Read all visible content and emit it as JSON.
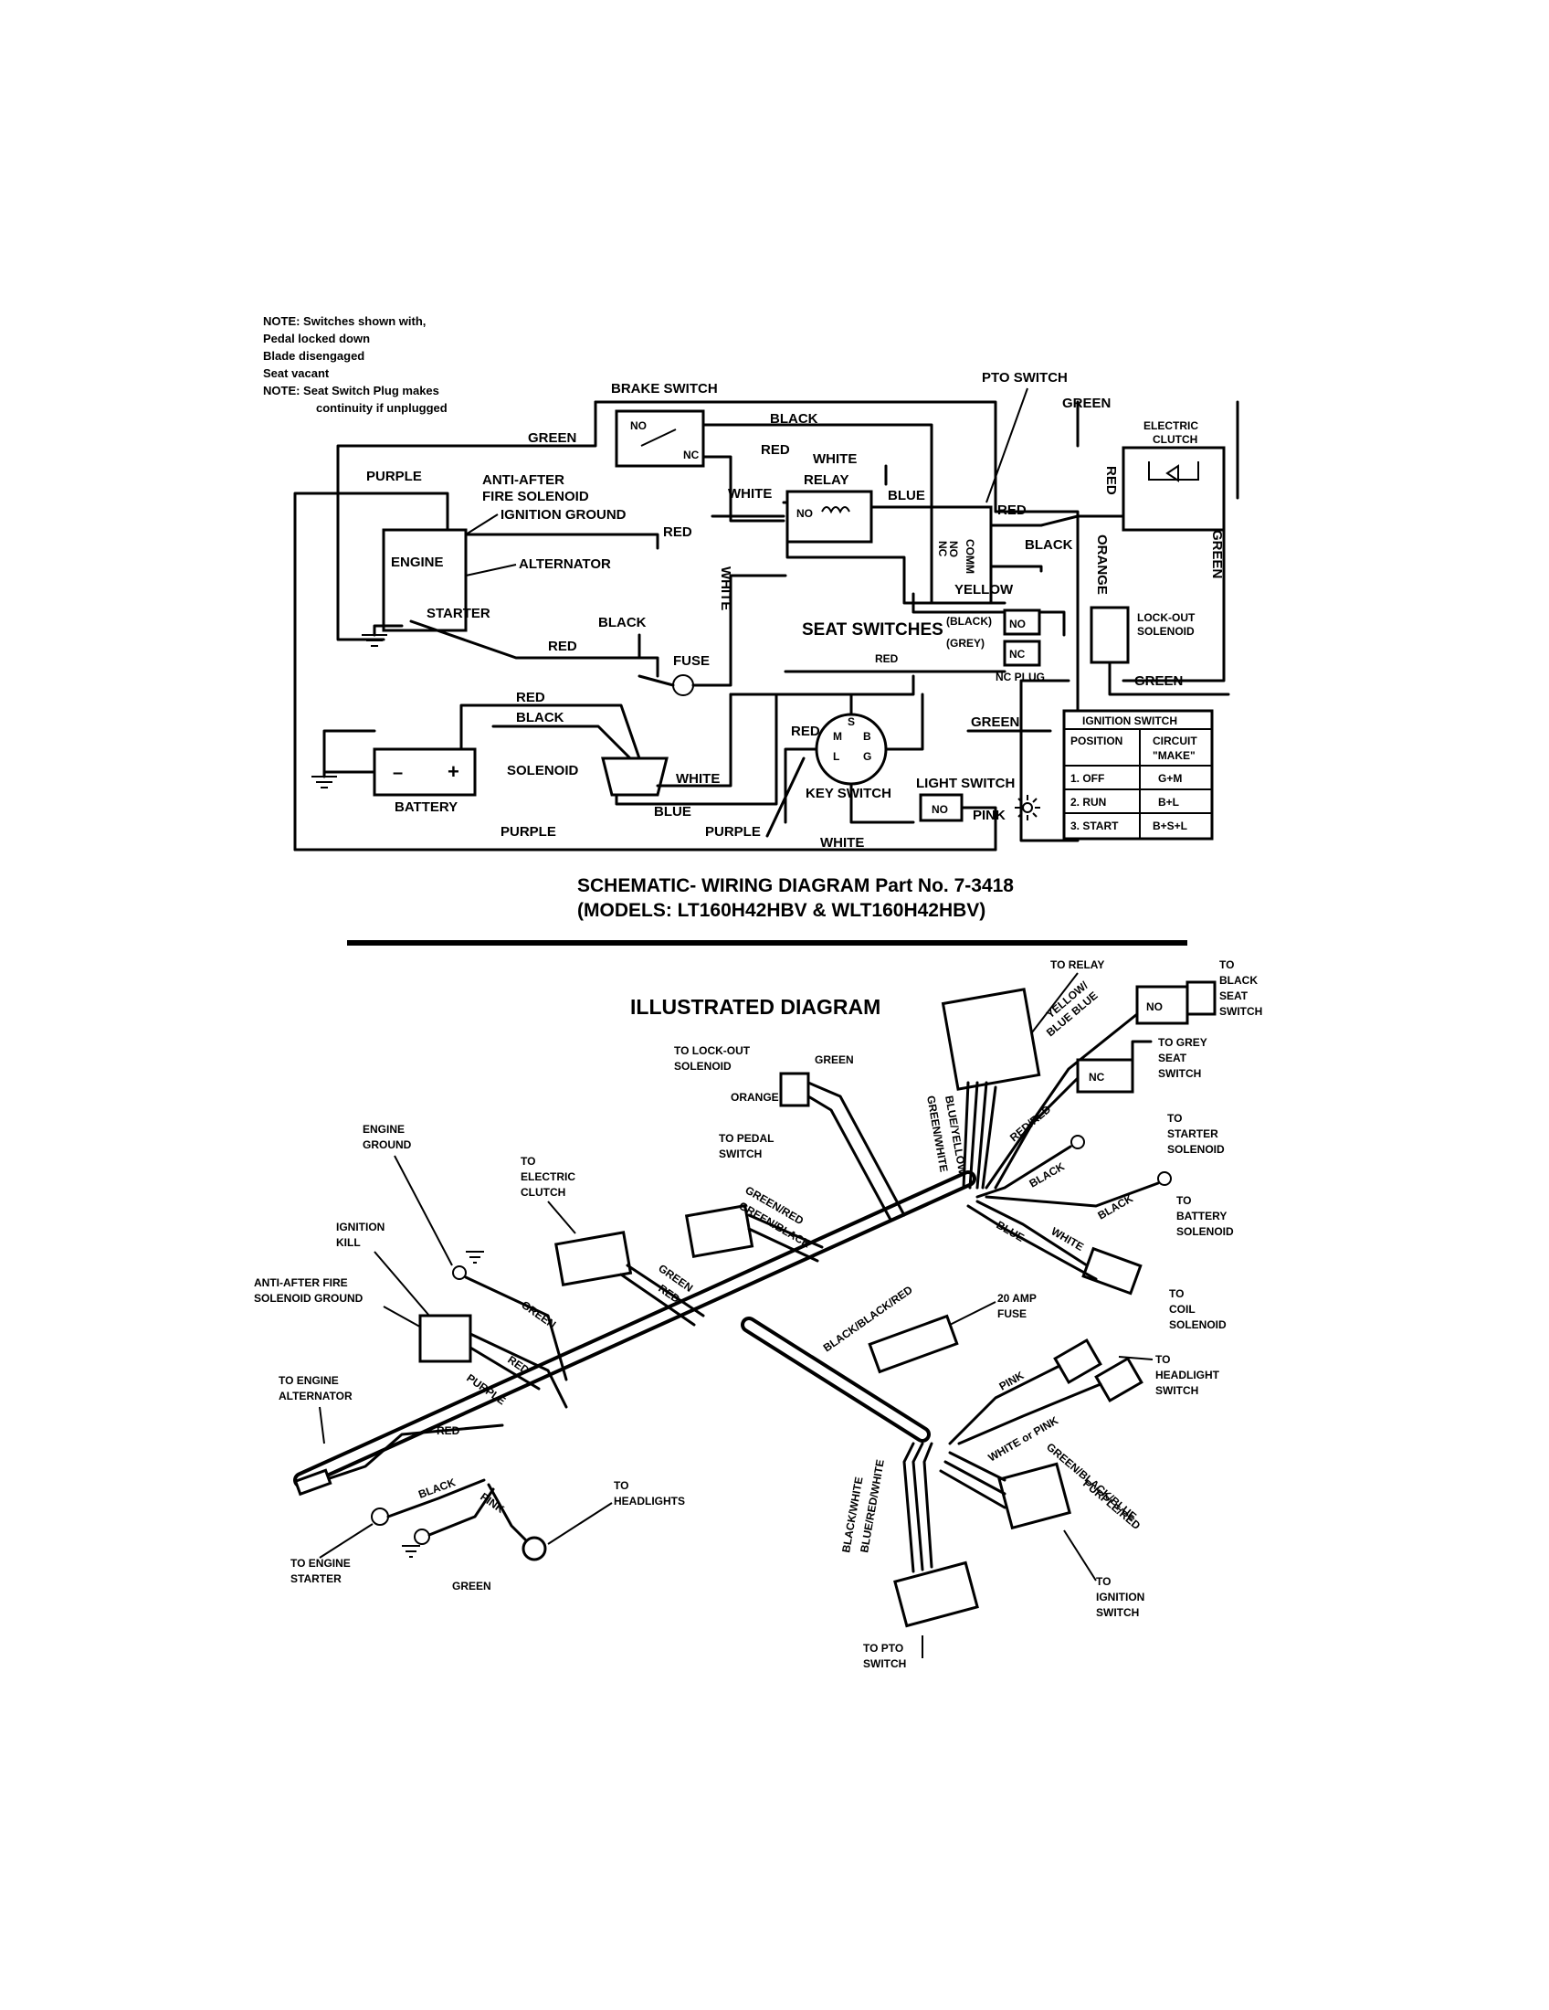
{
  "notes": {
    "line1": "NOTE: Switches shown with,",
    "line2": "Pedal locked down",
    "line3": "Blade disengaged",
    "line4": "Seat vacant",
    "line5": "NOTE: Seat Switch Plug makes",
    "line6": "continuity if unplugged"
  },
  "schematic": {
    "brake_switch": "BRAKE SWITCH",
    "pto_switch": "PTO SWITCH",
    "electric_clutch": [
      "ELECTRIC",
      "CLUTCH"
    ],
    "anti_after_fire": [
      "ANTI-AFTER",
      "FIRE SOLENOID"
    ],
    "ignition_ground": "IGNITION GROUND",
    "engine": "ENGINE",
    "alternator": "ALTERNATOR",
    "starter": "STARTER",
    "relay": "RELAY",
    "fuse": "FUSE",
    "seat_switches": "SEAT SWITCHES",
    "black_paren": "(BLACK)",
    "grey_paren": "(GREY)",
    "nc_plug": "NC PLUG",
    "lock_out_solenoid": [
      "LOCK-OUT",
      "SOLENOID"
    ],
    "solenoid": "SOLENOID",
    "battery": "BATTERY",
    "key_switch": "KEY SWITCH",
    "light_switch": "LIGHT SWITCH",
    "no": "NO",
    "nc": "NC",
    "comm": "COMM",
    "key_terminals": [
      "S",
      "M",
      "B",
      "L",
      "G"
    ],
    "battery_minus": "–",
    "battery_plus": "+",
    "wires": {
      "green": "GREEN",
      "black": "BLACK",
      "red": "RED",
      "white": "WHITE",
      "purple": "PURPLE",
      "blue": "BLUE",
      "yellow": "YELLOW",
      "orange": "ORANGE",
      "pink": "PINK"
    },
    "ignition_table": {
      "title": "IGNITION SWITCH",
      "headers": [
        "POSITION",
        "CIRCUIT",
        "\"MAKE\""
      ],
      "rows": [
        [
          "1. OFF",
          "G+M"
        ],
        [
          "2. RUN",
          "B+L"
        ],
        [
          "3. START",
          "B+S+L"
        ]
      ]
    }
  },
  "caption": {
    "line1": "SCHEMATIC- WIRING DIAGRAM Part No. 7-3418",
    "line2": "(MODELS: LT160H42HBV & WLT160H42HBV)"
  },
  "illustrated": {
    "title": "ILLUSTRATED DIAGRAM",
    "to_relay": "TO RELAY",
    "to_black_seat_switch": [
      "TO",
      "BLACK",
      "SEAT",
      "SWITCH"
    ],
    "to_grey_seat_switch": [
      "TO GREY",
      "SEAT",
      "SWITCH"
    ],
    "to_starter_solenoid": [
      "TO",
      "STARTER",
      "SOLENOID"
    ],
    "to_battery_solenoid": [
      "TO",
      "BATTERY",
      "SOLENOID"
    ],
    "to_coil_solenoid": [
      "TO",
      "COIL",
      "SOLENOID"
    ],
    "to_headlight_switch": [
      "TO",
      "HEADLIGHT",
      "SWITCH"
    ],
    "to_ignition_switch": [
      "TO",
      "IGNITION",
      "SWITCH"
    ],
    "to_pto_switch": [
      "TO PTO",
      "SWITCH"
    ],
    "to_headlights": [
      "TO",
      "HEADLIGHTS"
    ],
    "to_engine_starter": [
      "TO ENGINE",
      "STARTER"
    ],
    "to_engine_alternator": [
      "TO ENGINE",
      "ALTERNATOR"
    ],
    "anti_after_fire_ground": [
      "ANTI-AFTER FIRE",
      "SOLENOID GROUND"
    ],
    "ignition_kill": [
      "IGNITION",
      "KILL"
    ],
    "engine_ground": [
      "ENGINE",
      "GROUND"
    ],
    "to_electric_clutch": [
      "TO",
      "ELECTRIC",
      "CLUTCH"
    ],
    "to_pedal_switch": [
      "TO PEDAL",
      "SWITCH"
    ],
    "to_lockout_solenoid": [
      "TO LOCK-OUT",
      "SOLENOID"
    ],
    "fuse_20amp": [
      "20 AMP",
      "FUSE"
    ],
    "wire_green": "GREEN",
    "wire_orange": "ORANGE",
    "wire_red": "RED",
    "wire_purple": "PURPLE",
    "wire_black": "BLACK",
    "wire_pink": "PINK",
    "wire_white": "WHITE",
    "wire_blue": "BLUE",
    "yellow_blue": [
      "YELLOW/",
      "BLUE BLUE"
    ],
    "blue_yellow": "BLUE/YELLOW",
    "green_white": "GREEN/WHITE",
    "red_red": "RED/RED",
    "green_red": "GREEN/RED",
    "green_black": "GREEN/BLACK",
    "black_black_red": "BLACK/BLACK/RED",
    "white_or_pink": "WHITE or PINK",
    "green_black_blue": "GREEN/BLACK/BLUE",
    "purple_red": "PURPLE/RED",
    "black_white": "BLACK/WHITE",
    "blue_red_white": "BLUE/RED/WHITE",
    "no": "NO",
    "nc": "NC"
  }
}
